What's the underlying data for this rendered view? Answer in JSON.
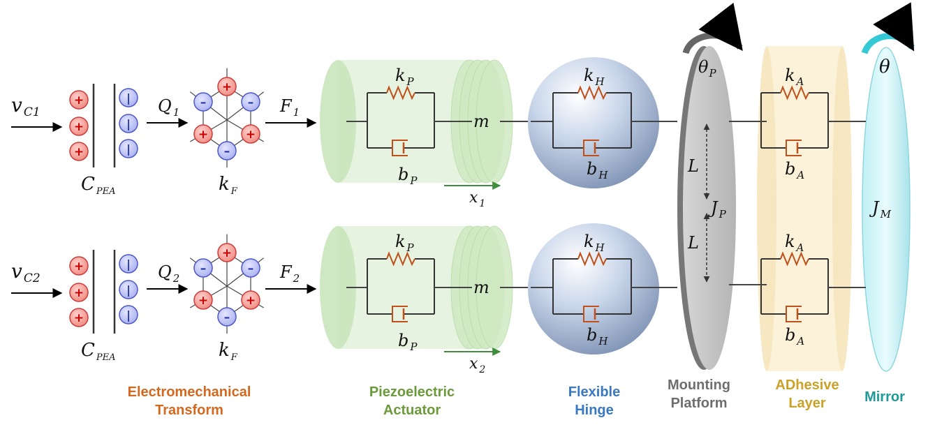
{
  "colors": {
    "caption_transform": "#D2691E",
    "caption_actuator": "#6B9A3A",
    "caption_hinge": "#3A78C2",
    "caption_platform": "#6E6E6E",
    "caption_adhesive": "#C9A227",
    "caption_mirror": "#1E9A9A",
    "spring_damper": "#C0501A",
    "positive_charge": "#E05555",
    "negative_charge": "#6677DD"
  },
  "charges": {
    "positive": "+",
    "negative": "–",
    "negative_bar": "|"
  },
  "rows": [
    {
      "voltage": {
        "main": "v",
        "sub": "C1"
      },
      "capacitance": {
        "main": "C",
        "sub": "PEA"
      },
      "charge": {
        "main": "Q",
        "sub": "1"
      },
      "transform_gain": {
        "main": "k",
        "sub": "F"
      },
      "force": {
        "main": "F",
        "sub": "1"
      },
      "actuator_stiffness": {
        "main": "k",
        "sub": "P"
      },
      "actuator_damping": {
        "main": "b",
        "sub": "P"
      },
      "mass": "m",
      "displacement": {
        "main": "x",
        "sub": "1"
      },
      "hinge_stiffness": {
        "main": "k",
        "sub": "H"
      },
      "hinge_damping": {
        "main": "b",
        "sub": "H"
      },
      "adhesive_stiffness": {
        "main": "k",
        "sub": "A"
      },
      "adhesive_damping": {
        "main": "b",
        "sub": "A"
      }
    },
    {
      "voltage": {
        "main": "v",
        "sub": "C2"
      },
      "capacitance": {
        "main": "C",
        "sub": "PEA"
      },
      "charge": {
        "main": "Q",
        "sub": "2"
      },
      "transform_gain": {
        "main": "k",
        "sub": "F"
      },
      "force": {
        "main": "F",
        "sub": "2"
      },
      "actuator_stiffness": {
        "main": "k",
        "sub": "P"
      },
      "actuator_damping": {
        "main": "b",
        "sub": "P"
      },
      "mass": "m",
      "displacement": {
        "main": "x",
        "sub": "2"
      },
      "hinge_stiffness": {
        "main": "k",
        "sub": "H"
      },
      "hinge_damping": {
        "main": "b",
        "sub": "H"
      },
      "adhesive_stiffness": {
        "main": "k",
        "sub": "A"
      },
      "adhesive_damping": {
        "main": "b",
        "sub": "A"
      }
    }
  ],
  "platform": {
    "rotation": {
      "main": "θ",
      "sub": "P"
    },
    "inertia": {
      "main": "J",
      "sub": "P"
    },
    "half_length_top": "L",
    "half_length_bottom": "L"
  },
  "mirror": {
    "rotation": "θ",
    "inertia": {
      "main": "J",
      "sub": "M"
    }
  },
  "captions": {
    "transform": [
      "Electromechanical",
      "Transform"
    ],
    "actuator": [
      "Piezoelectric",
      "Actuator"
    ],
    "hinge": [
      "Flexible",
      "Hinge"
    ],
    "platform": [
      "Mounting",
      "Platform"
    ],
    "adhesive": [
      "ADhesive",
      "Layer"
    ],
    "mirror": [
      "Mirror"
    ]
  }
}
